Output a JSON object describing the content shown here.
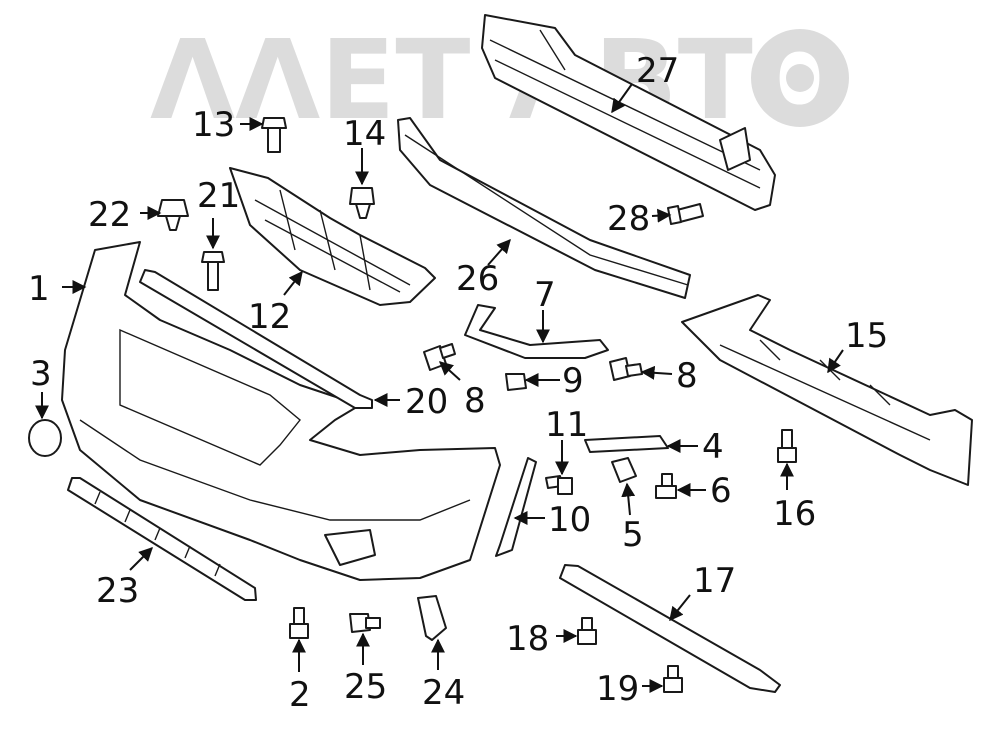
{
  "watermark": {
    "text": "ΛΛΕΤ ΛΒΤΟ",
    "color": "#d9d9d9"
  },
  "callouts": {
    "c1": "1",
    "c2": "2",
    "c3": "3",
    "c4": "4",
    "c5": "5",
    "c6": "6",
    "c7": "7",
    "c8a": "8",
    "c8b": "8",
    "c9": "9",
    "c10": "10",
    "c11": "11",
    "c12": "12",
    "c13": "13",
    "c14": "14",
    "c15": "15",
    "c16": "16",
    "c17": "17",
    "c18": "18",
    "c19": "19",
    "c20": "20",
    "c21": "21",
    "c22": "22",
    "c23": "23",
    "c24": "24",
    "c25": "25",
    "c26": "26",
    "c27": "27",
    "c28": "28"
  },
  "colors": {
    "line": "#1a1a1a",
    "background": "#ffffff"
  }
}
